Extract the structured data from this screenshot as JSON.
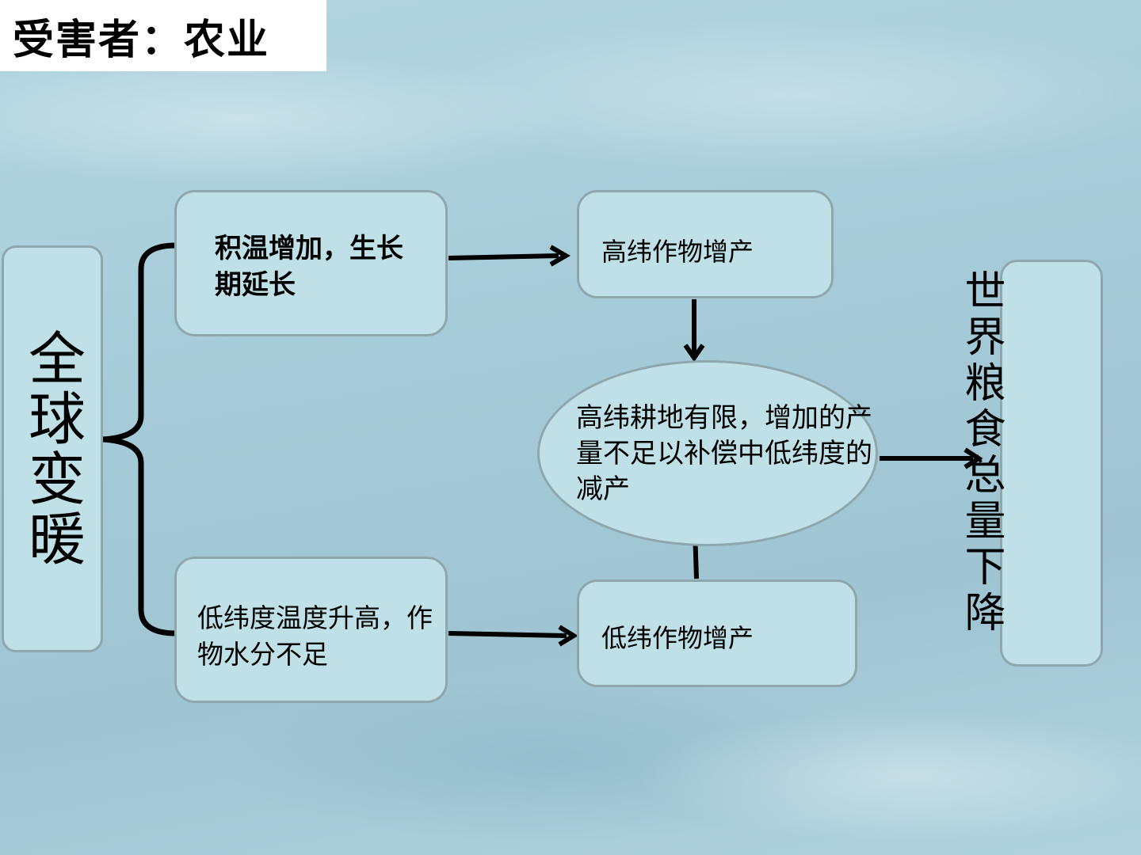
{
  "slide": {
    "title": "受害者：农业"
  },
  "diagram": {
    "root": "全球变暖",
    "effect_high": "积温增加，生长期延长",
    "effect_low": "低纬度温度升高，作物水分不足",
    "high_yield": "高纬作物增产",
    "low_yield": "低纬作物增产",
    "center": "高纬耕地有限，增加的产量不足以补偿中低纬度的减产",
    "result": "世界粮食总量下降"
  },
  "colors": {
    "box_fill": "#bfe0e6",
    "box_border": "#8da7ad",
    "arrow": "#000000"
  }
}
